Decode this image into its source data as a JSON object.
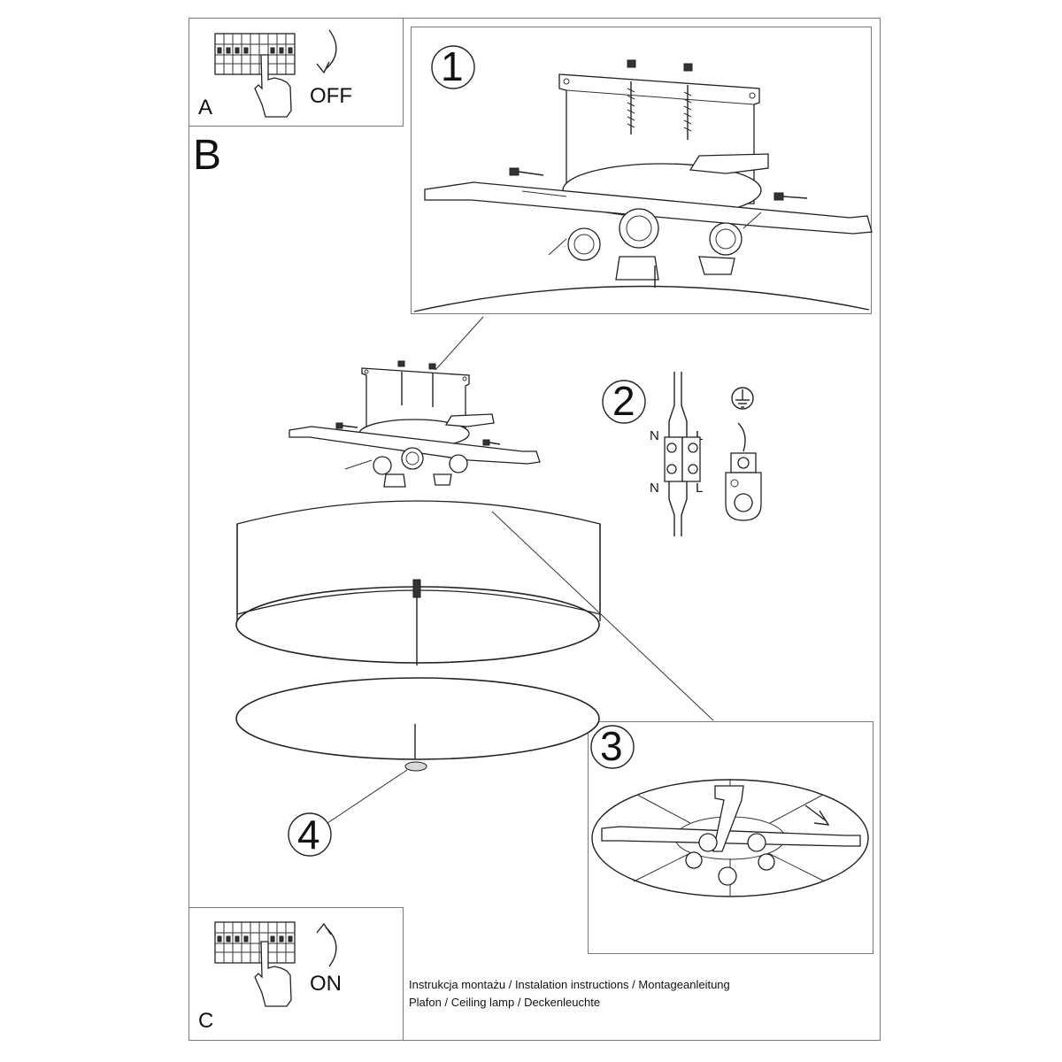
{
  "panel_a": {
    "letter": "A",
    "action": "OFF"
  },
  "panel_b": {
    "letter": "B"
  },
  "panel_c": {
    "letter": "C",
    "action": "ON"
  },
  "steps": {
    "s1": "1",
    "s2": "2",
    "s3": "3",
    "s4": "4"
  },
  "wiring": {
    "n_top": "N",
    "l_top": "L",
    "n_bottom": "N",
    "l_bottom": "L"
  },
  "footer": {
    "line1": "Instrukcja montażu / Instalation instructions / Montageanleitung",
    "line2": "Plafon / Ceiling lamp / Deckenleuchte"
  }
}
